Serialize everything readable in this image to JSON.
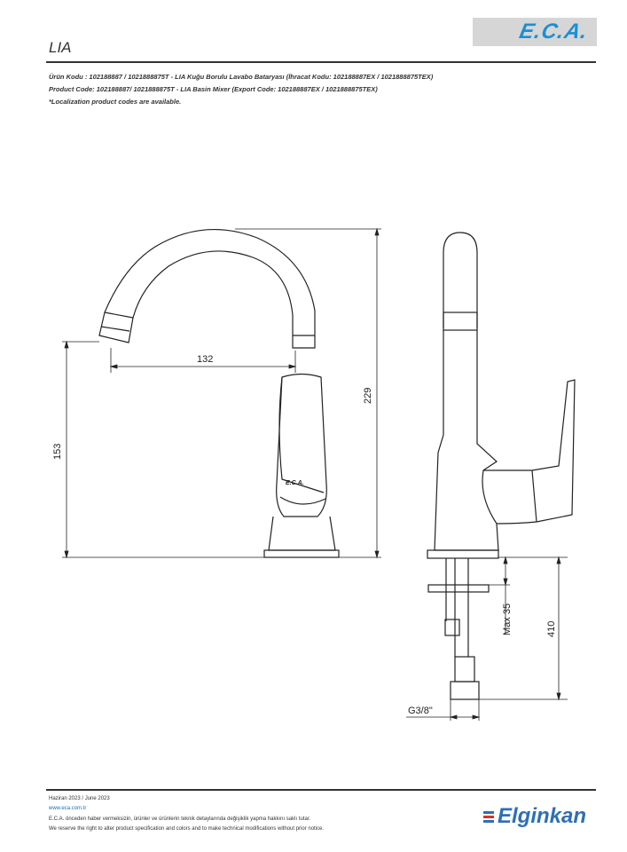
{
  "header": {
    "brand_logo": "E.C.A.",
    "title": "LIA"
  },
  "info": {
    "line1": "Ürün Kodu     : 102188887 / 1021888875T - LIA Kuğu Borulu Lavabo Bataryası (İhracat Kodu: 102188887EX / 1021888875TEX)",
    "line2": "Product Code: 102188887/ 1021888875T - LIA Basin Mixer (Export Code: 102188887EX / 1021888875TEX)",
    "line3": "*Localization product codes are available."
  },
  "drawing": {
    "dim_spout_reach": "132",
    "dim_spout_height": "153",
    "dim_total_height": "229",
    "dim_max_thickness": "Max 35",
    "dim_hose_length": "410",
    "dim_connection": "G3/8\"",
    "body_logo": "E.C.A."
  },
  "footer": {
    "date": "Haziran 2023 / June 2023",
    "url": "www.eca.com.tr",
    "notice_tr": "E.C.A. önceden haber vermeksizin, ürünler ve ürünlerin teknik detaylarında değişiklik yapma hakkını saklı tutar.",
    "notice_en": "We reserve the right to alter product specification and colors and to make technical modifications without prior notice.",
    "partner_logo": "Elginkan",
    "colors": {
      "eca_blue": "#1a8fd6",
      "elginkan_blue": "#2e6fb6",
      "elginkan_red": "#d8322b"
    }
  }
}
